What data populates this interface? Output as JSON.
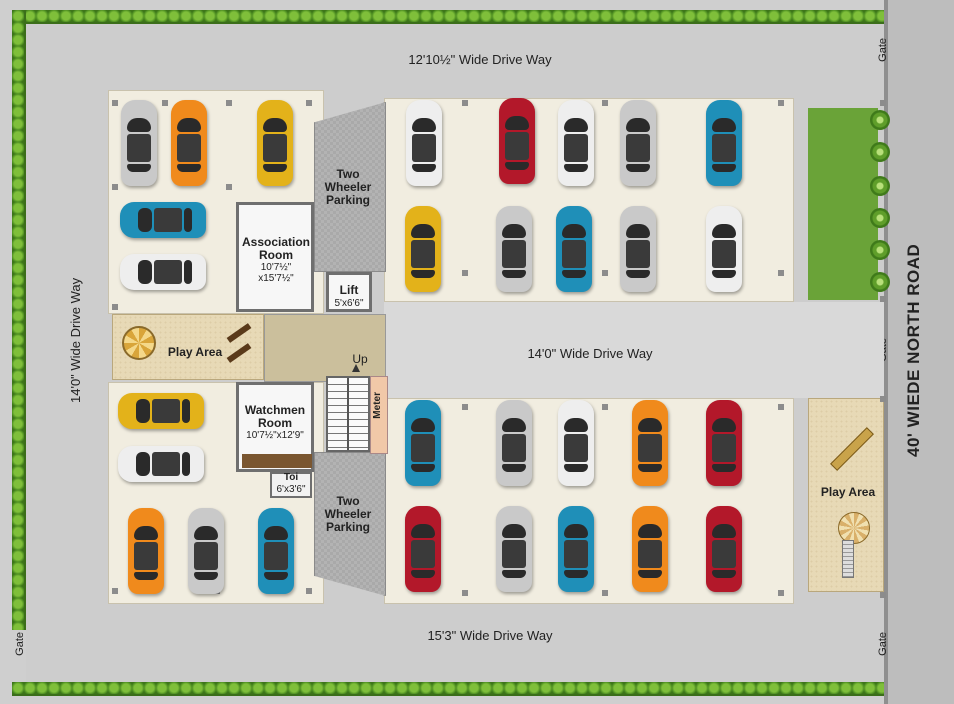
{
  "labels": {
    "top_drive": "12'10½\" Wide Drive Way",
    "left_drive": "14'0\" Wide Drive Way",
    "middle_drive": "14'0\" Wide Drive Way",
    "bottom_drive": "15'3\" Wide Drive Way",
    "north_road": "40' WIEDE NORTH ROAD",
    "two_wheeler_top": "Two Wheeler Parking",
    "two_wheeler_bottom": "Two Wheeler Parking",
    "association_room": "Association Room",
    "association_dims": "10'7½\" x15'7½\"",
    "lift": "Lift",
    "lift_dims": "5'x6'6\"",
    "play_area_left": "Play Area",
    "play_area_right": "Play Area",
    "watchmen_room": "Watchmen Room",
    "watchmen_dims": "10'7½\"x12'9\"",
    "toilet": "Toi",
    "toilet_dims": "6'x3'6\"",
    "up": "Up",
    "meter": "Meter",
    "gate": "Gate"
  },
  "colors": {
    "hedge": "#4e8f22",
    "road": "#c8c8c8",
    "slab": "#f1ede0",
    "lawn": "#6aa338",
    "car_white": "#eeeeee",
    "car_silver": "#c9c9c9",
    "car_orange": "#f08a1c",
    "car_yellow": "#e3b21a",
    "car_blue": "#1f8fb8",
    "car_red": "#b3182a"
  },
  "cars": [
    {
      "color": "car_silver",
      "orientation": "vertical"
    },
    {
      "color": "car_orange",
      "orientation": "vertical"
    },
    {
      "color": "car_yellow",
      "orientation": "vertical"
    },
    {
      "color": "car_blue",
      "orientation": "horizontal"
    },
    {
      "color": "car_white",
      "orientation": "horizontal"
    },
    {
      "color": "car_yellow",
      "orientation": "horizontal"
    },
    {
      "color": "car_white",
      "orientation": "horizontal"
    },
    {
      "color": "car_orange",
      "orientation": "vertical"
    },
    {
      "color": "car_silver",
      "orientation": "vertical"
    },
    {
      "color": "car_blue",
      "orientation": "vertical"
    },
    {
      "color": "car_white",
      "orientation": "vertical"
    },
    {
      "color": "car_red",
      "orientation": "vertical"
    },
    {
      "color": "car_white",
      "orientation": "vertical"
    },
    {
      "color": "car_silver",
      "orientation": "vertical"
    },
    {
      "color": "car_blue",
      "orientation": "vertical"
    },
    {
      "color": "car_yellow",
      "orientation": "vertical"
    },
    {
      "color": "car_silver",
      "orientation": "vertical"
    },
    {
      "color": "car_blue",
      "orientation": "vertical"
    },
    {
      "color": "car_silver",
      "orientation": "vertical"
    },
    {
      "color": "car_white",
      "orientation": "vertical"
    },
    {
      "color": "car_blue",
      "orientation": "vertical"
    },
    {
      "color": "car_silver",
      "orientation": "vertical"
    },
    {
      "color": "car_white",
      "orientation": "vertical"
    },
    {
      "color": "car_orange",
      "orientation": "vertical"
    },
    {
      "color": "car_red",
      "orientation": "vertical"
    },
    {
      "color": "car_red",
      "orientation": "vertical"
    },
    {
      "color": "car_silver",
      "orientation": "vertical"
    },
    {
      "color": "car_blue",
      "orientation": "vertical"
    },
    {
      "color": "car_orange",
      "orientation": "vertical"
    },
    {
      "color": "car_red",
      "orientation": "vertical"
    }
  ]
}
